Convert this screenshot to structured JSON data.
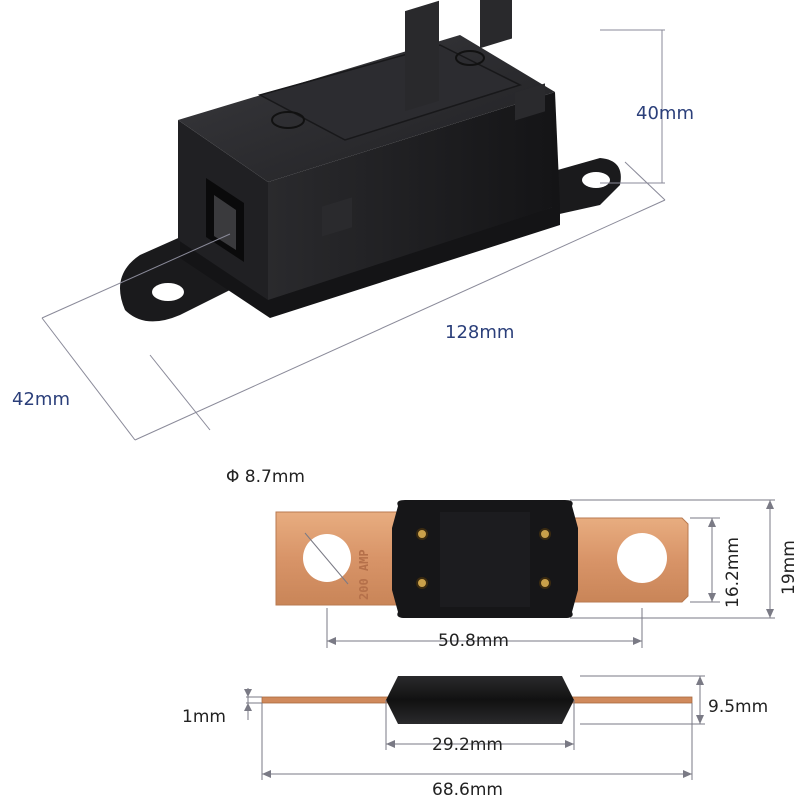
{
  "holder": {
    "height_label": "40mm",
    "length_label": "128mm",
    "width_label": "42mm"
  },
  "fuse_front": {
    "hole_label": "Φ 8.7mm",
    "hole_spacing_label": "50.8mm",
    "body_height_label": "16.2mm",
    "overall_height_label": "19mm",
    "rating_label": "200 AMP"
  },
  "fuse_side": {
    "thickness_label": "1mm",
    "body_thickness_label": "9.5mm",
    "body_length_label": "29.2mm",
    "overall_length_label": "68.6mm"
  },
  "colors": {
    "plastic": "#1c1c1e",
    "copper": "#d99a6c",
    "dim_line": "#8a8a99",
    "label": "#2b3f7a"
  }
}
